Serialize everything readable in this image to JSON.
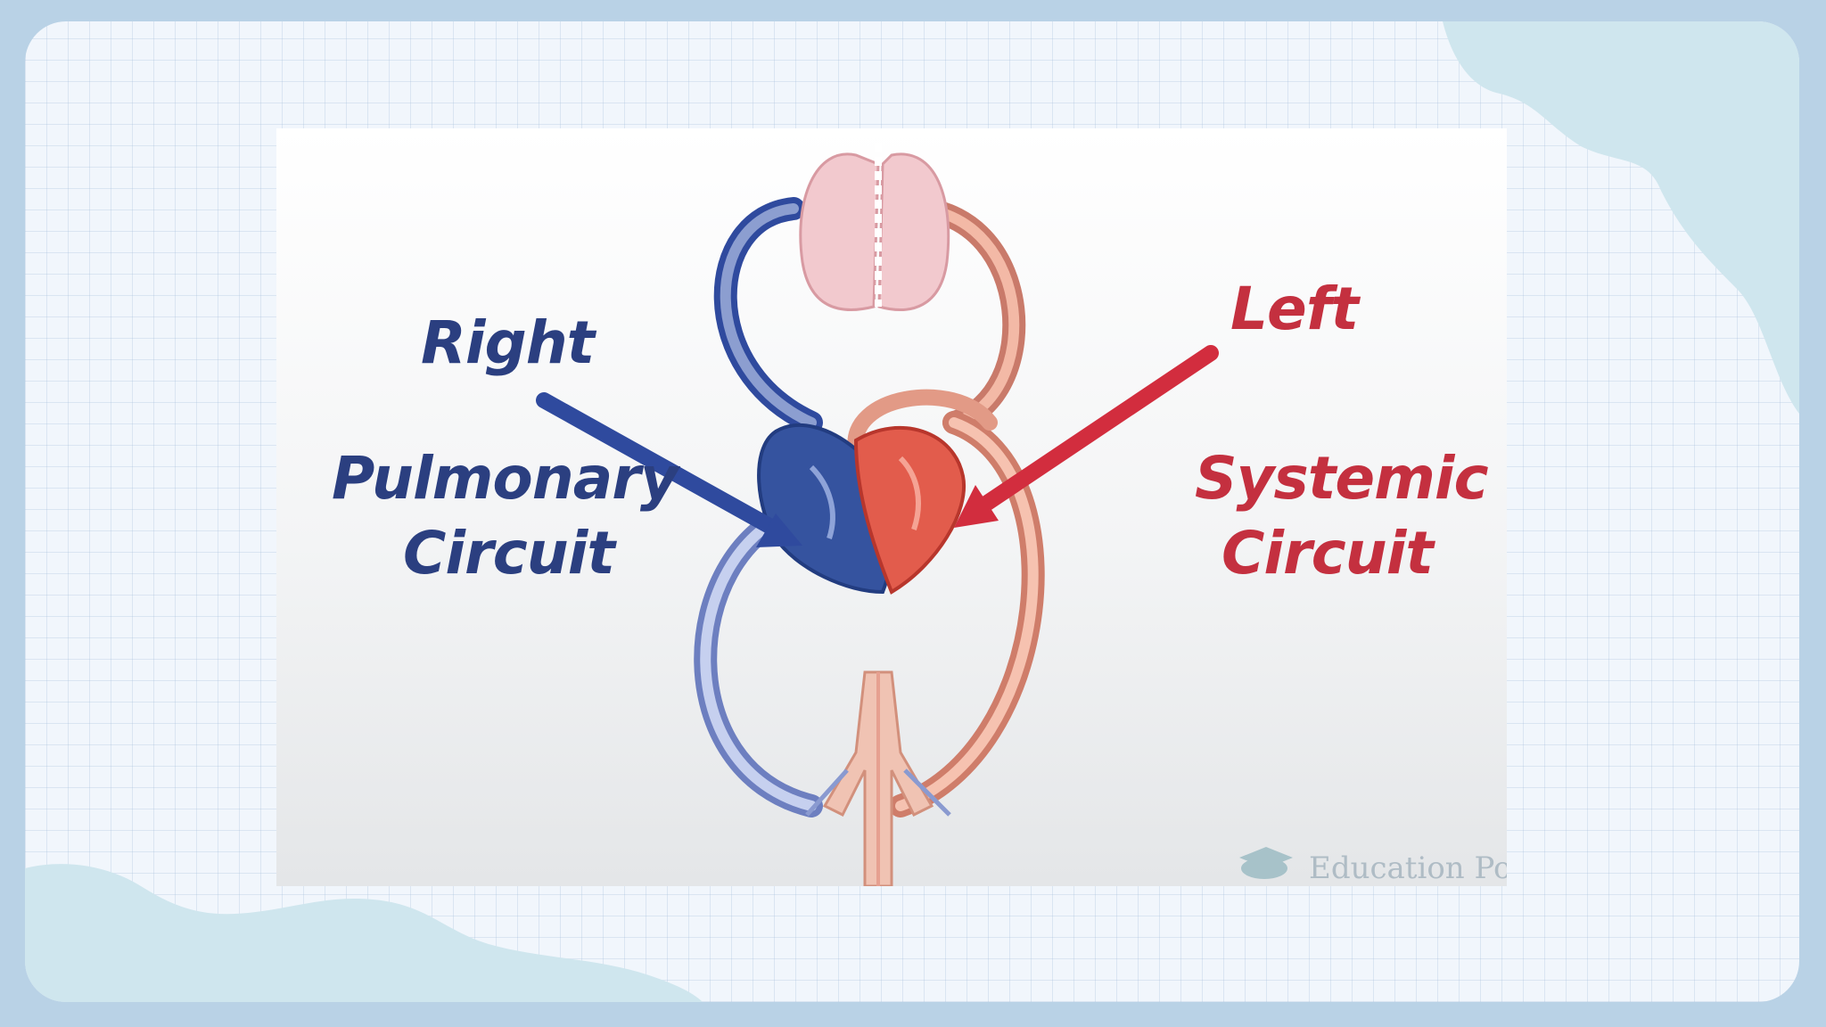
{
  "diagram": {
    "labels": {
      "left_top": "Right",
      "left_line1": "Pulmonary",
      "left_line2": "Circuit",
      "right_top": "Left",
      "right_line1": "Systemic",
      "right_line2": "Circuit"
    },
    "watermark": "Education Port",
    "colors": {
      "deoxygenated": "#2f4a9e",
      "oxygenated": "#d22d3e",
      "label_blue": "#2b3f80",
      "label_red": "#c4303f"
    },
    "icons": [
      "lungs-icon",
      "heart-icon",
      "body-icon",
      "graduation-cap-icon"
    ]
  }
}
